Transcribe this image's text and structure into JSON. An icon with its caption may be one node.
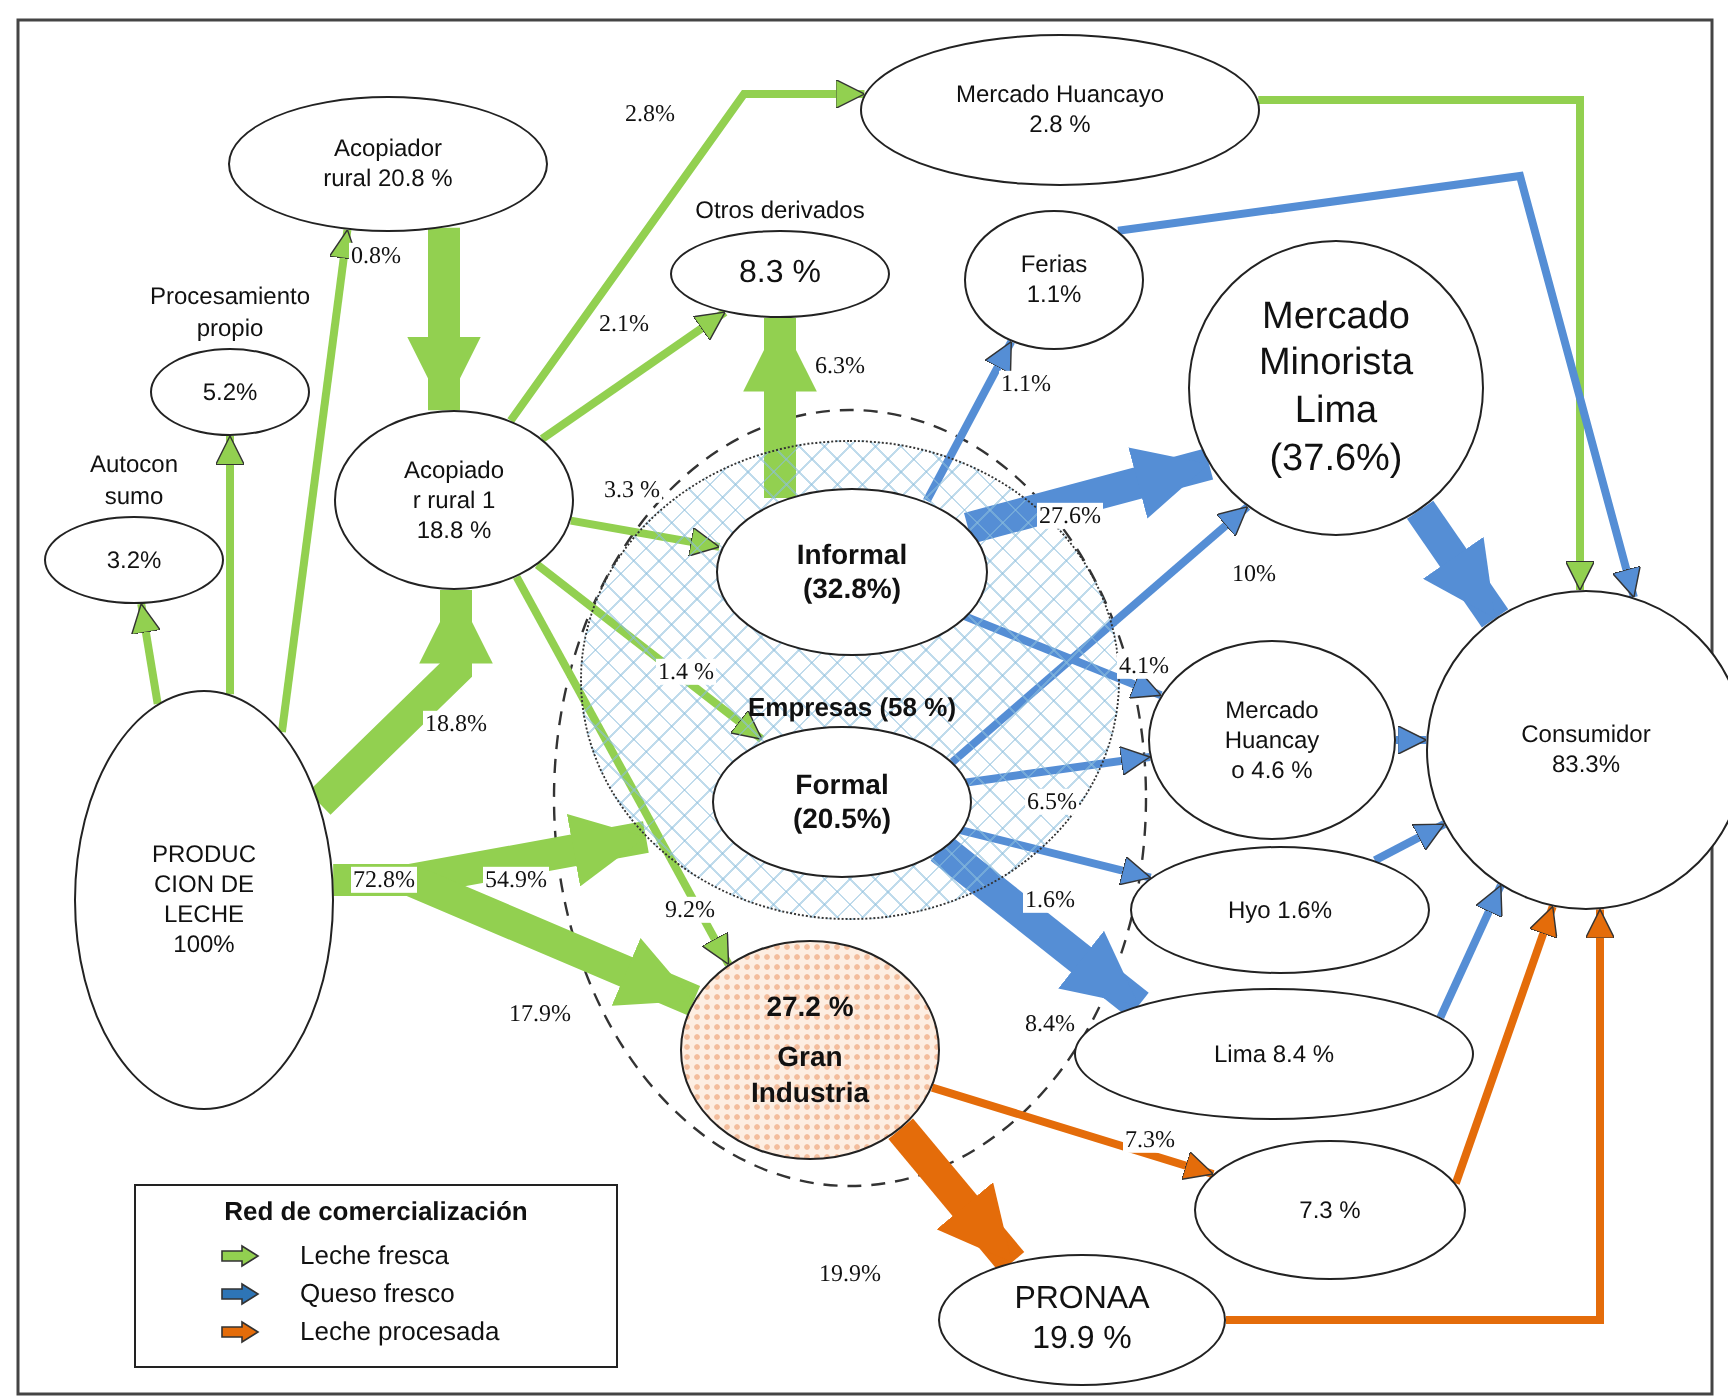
{
  "diagram": {
    "nodes": [
      {
        "text": [
          "Acopiador rural 20.8 %"
        ]
      },
      {
        "text": [
          "Procesamiento propio",
          "5.2%"
        ]
      },
      {
        "text": [
          "Autocon sumo",
          "3.2%"
        ]
      },
      {
        "text": [
          "Acopiado r rural 1 18.8 %"
        ]
      },
      {
        "text": [
          "Otros derivados",
          "8.3 %"
        ]
      },
      {
        "text": [
          "Mercado Huancayo 2.8 %"
        ]
      },
      {
        "text": [
          "Ferias 1.1%"
        ]
      },
      {
        "text": [
          "Mercado Minorista Lima (37.6%)"
        ]
      },
      {
        "text": [
          "Empresas (58 %)"
        ]
      },
      {
        "text": [
          "Informal (32.8%)"
        ],
        "in": 8
      },
      {
        "text": [
          "Formal (20.5%)"
        ],
        "in": 8
      },
      {
        "text": [
          "Mercado Huancay o 4.6 %"
        ]
      },
      {
        "text": [
          "Consumidor 83.3%"
        ]
      },
      {
        "text": [
          "Hyo 1.6%"
        ]
      },
      {
        "text": [
          "Lima 8.4 %"
        ]
      },
      {
        "text": [
          "PRODUC CION DE LECHE 100%"
        ]
      },
      {
        "text": [
          "27.2 %",
          "Gran Industria"
        ]
      },
      {
        "text": [
          "7.3 %"
        ]
      },
      {
        "text": [
          "PRONAA 19.9 %"
        ]
      }
    ],
    "edges": [
      {
        "from": 15,
        "to": 2,
        "arrow": "to"
      },
      {
        "from": 15,
        "to": 1,
        "arrow": "to"
      },
      {
        "from": 15,
        "to": 0,
        "arrow": "to",
        "label": "0.8%"
      },
      {
        "from": 15,
        "to": 3,
        "arrow": "to",
        "label": "18.8%",
        "style": "thick"
      },
      {
        "from": 0,
        "to": 3,
        "arrow": "to",
        "style": "thick"
      },
      {
        "from": 3,
        "to": 5,
        "arrow": "to",
        "label": "2.8%"
      },
      {
        "from": 3,
        "to": 4,
        "arrow": "to",
        "label": "2.1%"
      },
      {
        "from": 3,
        "to": 9,
        "arrow": "to",
        "label": "3.3 %"
      },
      {
        "from": 3,
        "to": 10,
        "arrow": "to",
        "label": "1.4 %"
      },
      {
        "from": 3,
        "to": 16,
        "arrow": "to",
        "label": "9.2%"
      },
      {
        "from": 15,
        "to": 8,
        "arrow": "to",
        "label": "54.9%",
        "style": "thick"
      },
      {
        "from": 15,
        "to": 16,
        "arrow": "to",
        "label": "17.9%",
        "style": "thick"
      },
      {
        "from": 9,
        "to": 4,
        "arrow": "to",
        "label": "6.3%",
        "style": "thick"
      },
      {
        "from": 5,
        "to": 12,
        "arrow": "to"
      },
      {
        "from": 9,
        "to": 6,
        "arrow": "to",
        "label": "1.1%",
        "color": "#558ed5"
      },
      {
        "from": 9,
        "to": 7,
        "arrow": "to",
        "label": "27.6%",
        "style": "thick",
        "color": "#558ed5"
      },
      {
        "from": 6,
        "to": 12,
        "arrow": "to",
        "color": "#558ed5"
      },
      {
        "from": 7,
        "to": 12,
        "arrow": "to",
        "style": "thick",
        "color": "#558ed5"
      },
      {
        "from": 10,
        "to": 7,
        "arrow": "to",
        "label": "10%",
        "color": "#558ed5"
      },
      {
        "from": 9,
        "to": 11,
        "arrow": "to",
        "label": "4.1%",
        "color": "#558ed5"
      },
      {
        "from": 10,
        "to": 11,
        "arrow": "to",
        "label": "6.5%",
        "color": "#558ed5"
      },
      {
        "from": 10,
        "to": 13,
        "arrow": "to",
        "label": "1.6%",
        "color": "#558ed5"
      },
      {
        "from": 10,
        "to": 14,
        "arrow": "to",
        "label": "8.4%",
        "style": "thick",
        "color": "#558ed5"
      },
      {
        "from": 11,
        "to": 12,
        "arrow": "to",
        "color": "#558ed5"
      },
      {
        "from": 13,
        "to": 12,
        "arrow": "to",
        "color": "#558ed5"
      },
      {
        "from": 14,
        "to": 12,
        "arrow": "to",
        "color": "#558ed5"
      },
      {
        "from": 16,
        "to": 17,
        "arrow": "to",
        "label": "7.3%",
        "color": "#e46c0a"
      },
      {
        "from": 16,
        "to": 18,
        "arrow": "to",
        "label": "19.9%",
        "style": "thick",
        "color": "#e46c0a"
      },
      {
        "from": 17,
        "to": 12,
        "arrow": "to",
        "color": "#e46c0a"
      },
      {
        "from": 18,
        "to": 12,
        "arrow": "to",
        "color": "#e46c0a"
      }
    ],
    "labels": [
      "72.8%",
      "Red de comercialización"
    ],
    "legend": [
      {
        "text": "Leche fresca",
        "color": "#92d050"
      },
      {
        "text": "Queso fresco",
        "color": "#2e75b6"
      },
      {
        "text": "Leche procesada",
        "color": "#e46c0a"
      }
    ]
  }
}
